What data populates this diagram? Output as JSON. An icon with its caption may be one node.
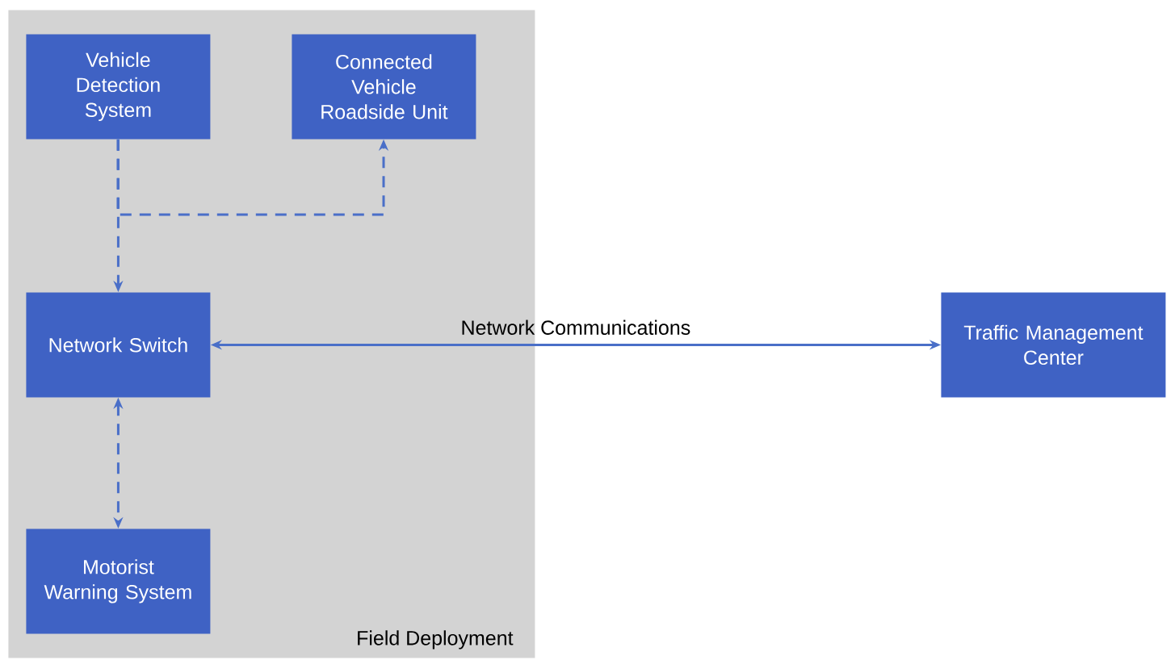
{
  "diagram": {
    "nodes": [
      {
        "text": [
          "Field Deployment"
        ]
      },
      {
        "text": [
          "Vehicle Detection System"
        ],
        "in": 0
      },
      {
        "text": [
          "Connected Vehicle Roadside Unit"
        ],
        "in": 0
      },
      {
        "text": [
          "Network Switch"
        ],
        "in": 0
      },
      {
        "text": [
          "Motorist Warning System"
        ],
        "in": 0
      },
      {
        "text": [
          "Traffic Management Center"
        ]
      }
    ],
    "edges": [
      {
        "from": 1,
        "to": 3,
        "arrow": "to",
        "style": "dashed"
      },
      {
        "from": 1,
        "to": 2,
        "arrow": "to",
        "style": "dashed"
      },
      {
        "from": 3,
        "to": 4,
        "arrow": "both",
        "style": "dashed"
      },
      {
        "from": 3,
        "to": 5,
        "arrow": "both",
        "label": "Network Communications"
      }
    ]
  }
}
